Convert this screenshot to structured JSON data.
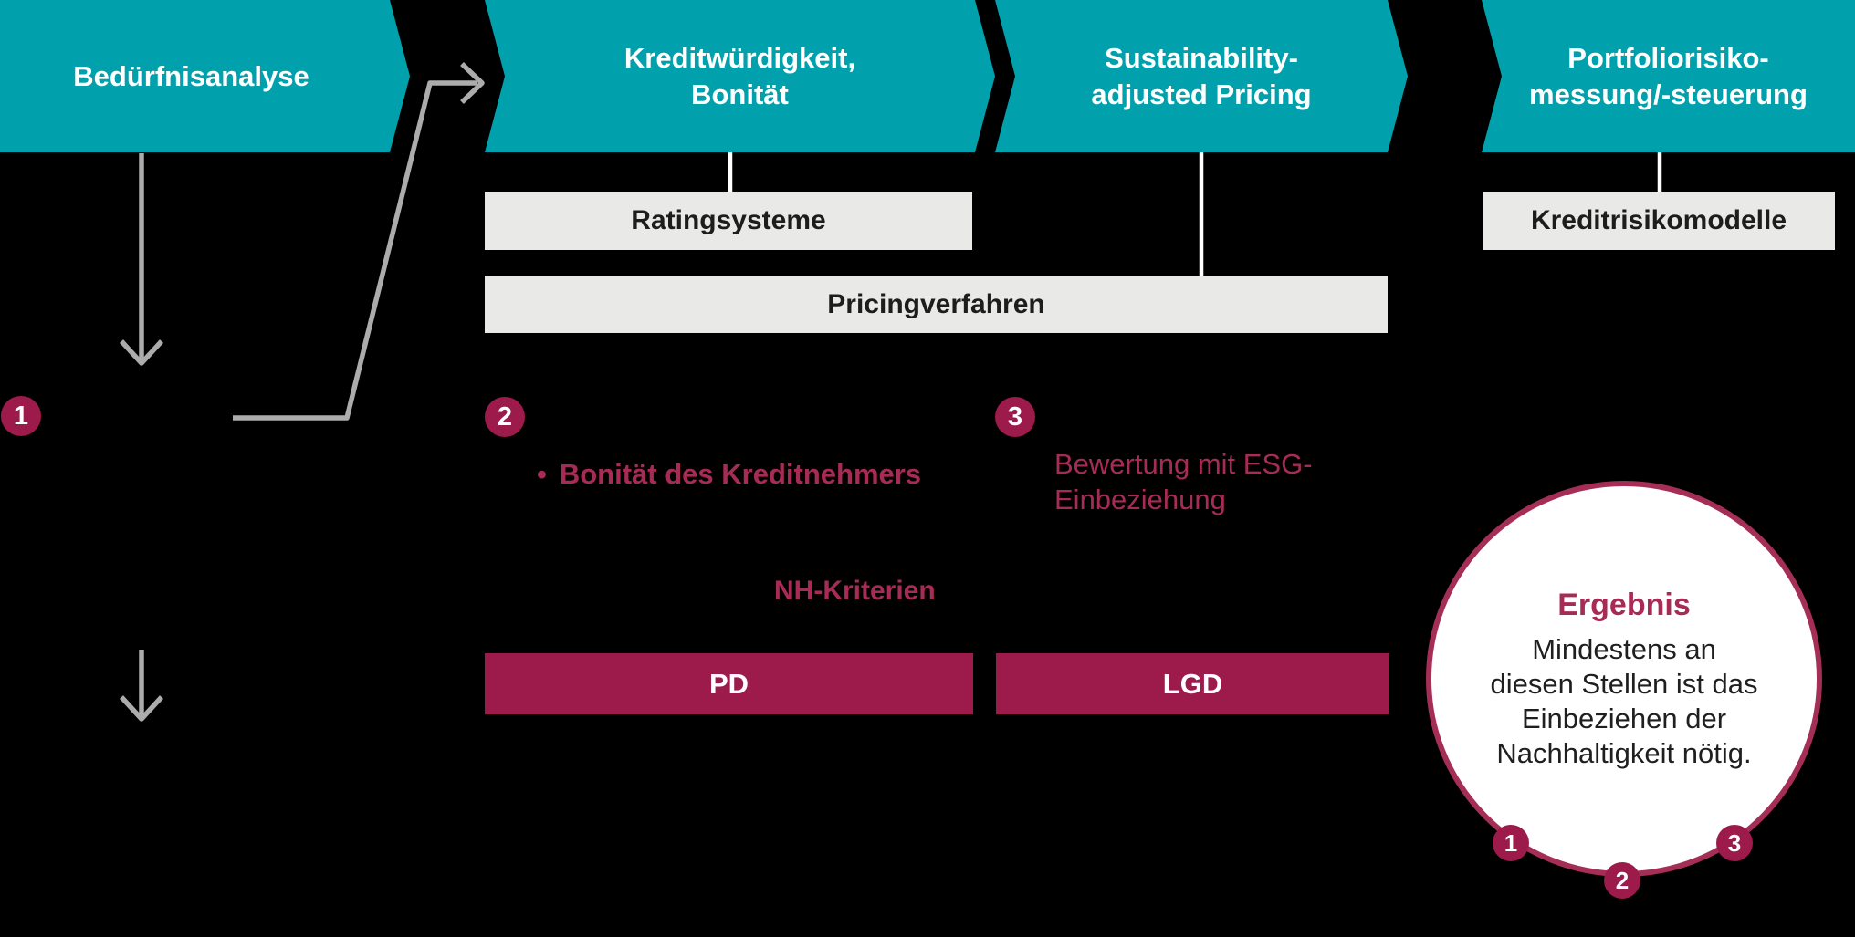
{
  "colors": {
    "background": "#000000",
    "teal": "#00A1AC",
    "maroon": "#9C1B4B",
    "red_text": "#A62B55",
    "circle_border": "#A42E55",
    "gray_box": "#E9E9E8",
    "gray_box_text": "#1D1D1B",
    "line_gray": "#ACACAC",
    "line_white": "#FFFFFF"
  },
  "process_chevrons": [
    {
      "line1": "Bedürfnisanalyse",
      "line2": ""
    },
    {
      "line1": "Kreditwürdigkeit,",
      "line2": "Bonität"
    },
    {
      "line1": "Sustainability-",
      "line2": "adjusted Pricing"
    },
    {
      "line1": "Portfoliorisiko-",
      "line2": "messung/-steuerung"
    }
  ],
  "system_boxes": {
    "rating": "Ratingsysteme",
    "pricing": "Pricingverfahren",
    "kreditrisiko": "Kreditrisikomodelle"
  },
  "markers": {
    "m1": "1",
    "m2": "2",
    "m3": "3"
  },
  "annotations": {
    "bonitaet": {
      "bullet": "•",
      "text": "Bonität des Kreditnehmers"
    },
    "esg": {
      "line1": "Bewertung mit ESG-",
      "line2": "Einbeziehung"
    },
    "nh": "NH-Kriterien"
  },
  "risk_parameters": {
    "pd": "PD",
    "lgd": "LGD"
  },
  "ergebnis": {
    "title": "Ergebnis",
    "line1": "Mindestens an",
    "line2": "diesen Stellen ist das",
    "line3": "Einbeziehen der",
    "line4": "Nachhaltigkeit nötig.",
    "badge1": "1",
    "badge2": "2",
    "badge3": "3"
  }
}
